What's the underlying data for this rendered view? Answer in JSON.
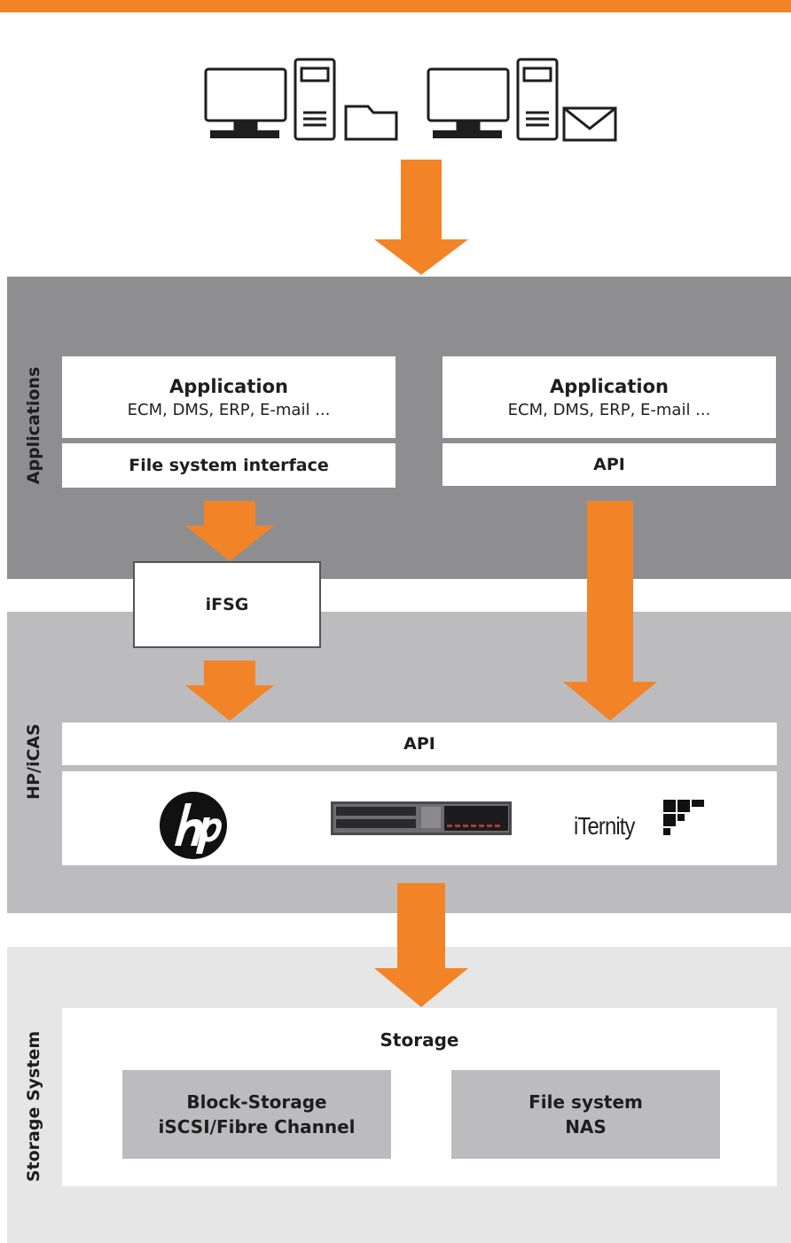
{
  "colors": {
    "accent": "#f28427",
    "band_applications": "#8e8e91",
    "band_hp_icas": "#bcbcbf",
    "band_storage": "#e6e6e7",
    "inner_gray_box": "#bcbcbe"
  },
  "header_icons": [
    "monitor-icon",
    "server-tower-icon",
    "folder-icon",
    "monitor-icon",
    "server-tower-icon",
    "envelope-icon"
  ],
  "bands": {
    "applications": {
      "label": "Applications"
    },
    "hp_icas": {
      "label": "HP/iCAS"
    },
    "storage_system": {
      "label": "Storage System"
    }
  },
  "applications": {
    "left": {
      "title": "Application",
      "subtitle": "ECM, DMS, ERP, E-mail ...",
      "interface": "File system interface"
    },
    "right": {
      "title": "Application",
      "subtitle": "ECM, DMS, ERP, E-mail ...",
      "interface": "API"
    }
  },
  "ifsg": {
    "label": "iFSG"
  },
  "hp_icas": {
    "api_label": "API",
    "logos": [
      "hp-logo",
      "server-rack-icon",
      "iternity-logo"
    ],
    "iternity_text": "iTernity"
  },
  "storage": {
    "title": "Storage",
    "block": {
      "line1": "Block-Storage",
      "line2": "iSCSI/Fibre Channel"
    },
    "file": {
      "line1": "File system",
      "line2": "NAS"
    }
  }
}
